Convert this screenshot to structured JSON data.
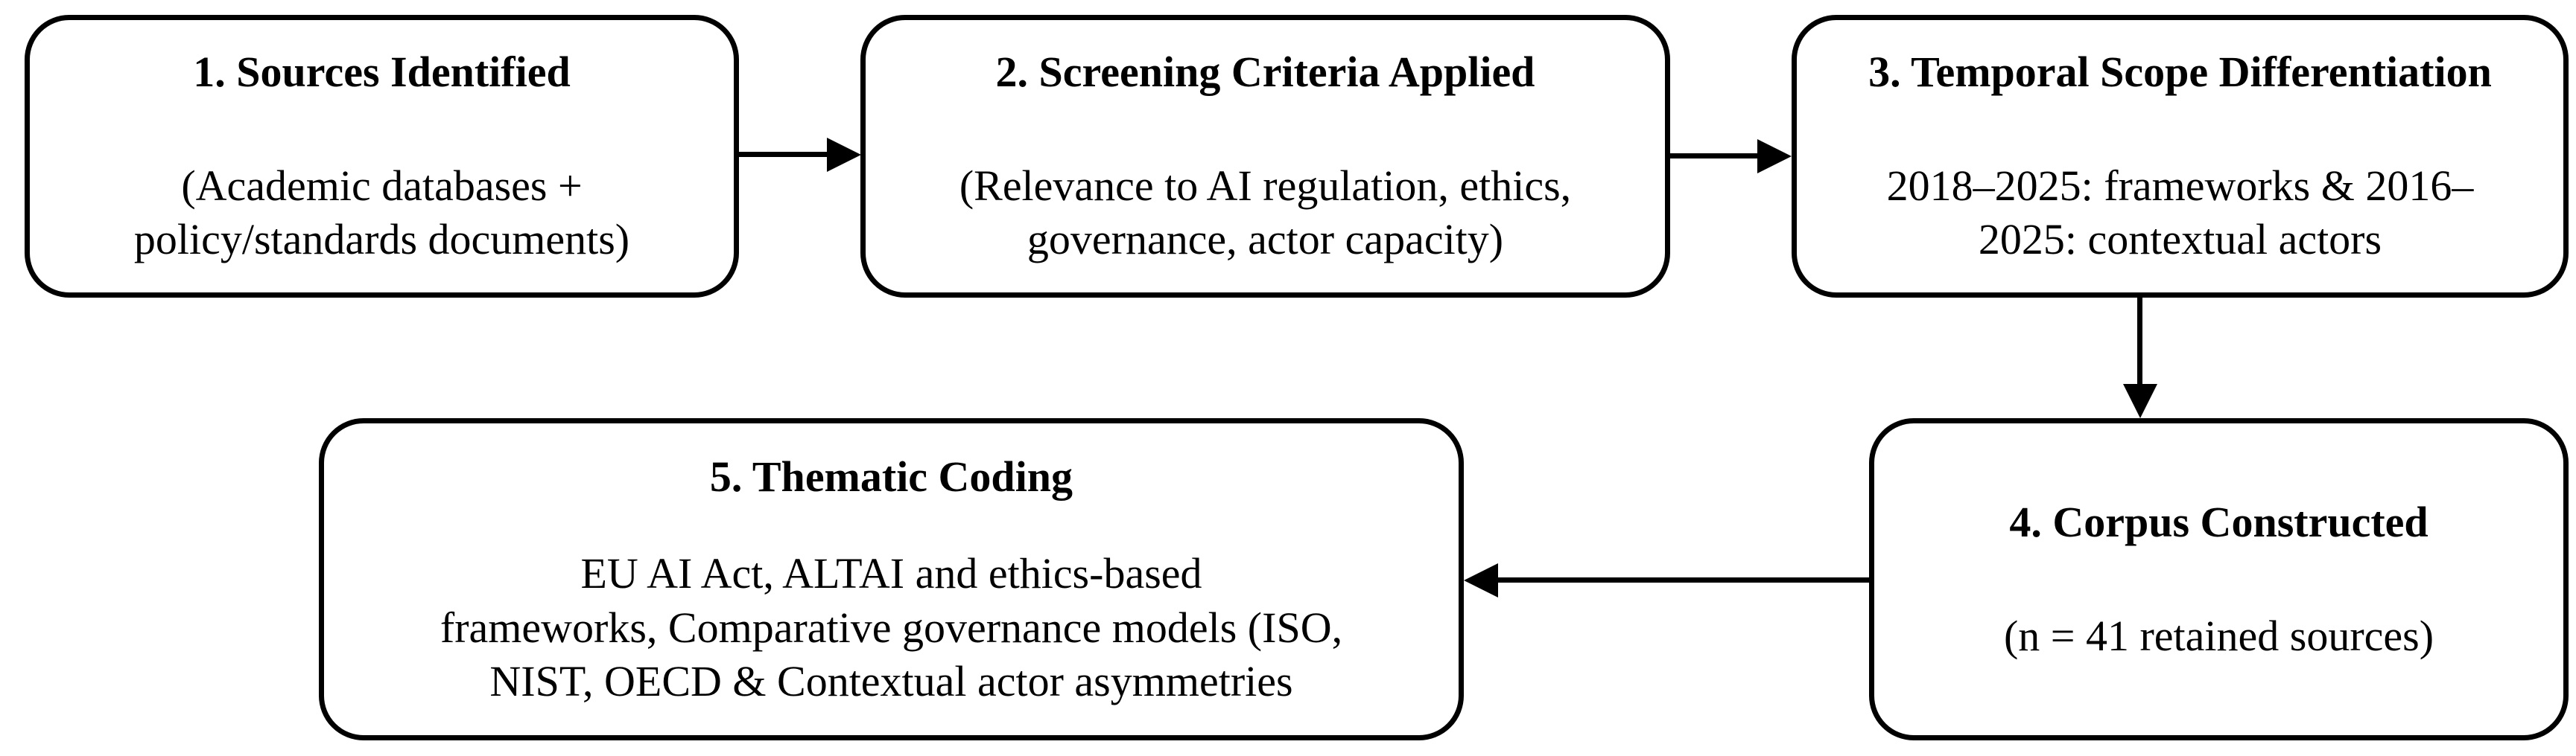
{
  "figure": {
    "type": "flowchart",
    "background_color": "#ffffff",
    "line_color": "#000000",
    "text_color": "#000000"
  },
  "boxes": [
    {
      "step": "1",
      "title": "1. Sources Identified",
      "body_lines": [
        "(Academic databases +",
        "policy/standards documents)"
      ]
    },
    {
      "step": "2",
      "title": "2. Screening Criteria Applied",
      "body_lines": [
        "(Relevance to AI regulation, ethics,",
        "governance, actor capacity)"
      ]
    },
    {
      "step": "3",
      "title": "3. Temporal Scope Differentiation",
      "body_lines": [
        "2018–2025: frameworks & 2016–",
        "2025: contextual actors"
      ]
    },
    {
      "step": "4",
      "title": "4. Corpus Constructed",
      "body_lines": [
        "(n = 41 retained sources)"
      ]
    },
    {
      "step": "5",
      "title": "5. Thematic Coding",
      "body_lines": [
        "EU AI Act, ALTAI and ethics-based",
        "frameworks, Comparative governance models (ISO,",
        "NIST, OECD & Contextual actor asymmetries"
      ]
    }
  ],
  "arrows": [
    {
      "from": "1",
      "to": "2",
      "direction": "right"
    },
    {
      "from": "2",
      "to": "3",
      "direction": "right"
    },
    {
      "from": "3",
      "to": "4",
      "direction": "down"
    },
    {
      "from": "4",
      "to": "5",
      "direction": "left"
    }
  ]
}
